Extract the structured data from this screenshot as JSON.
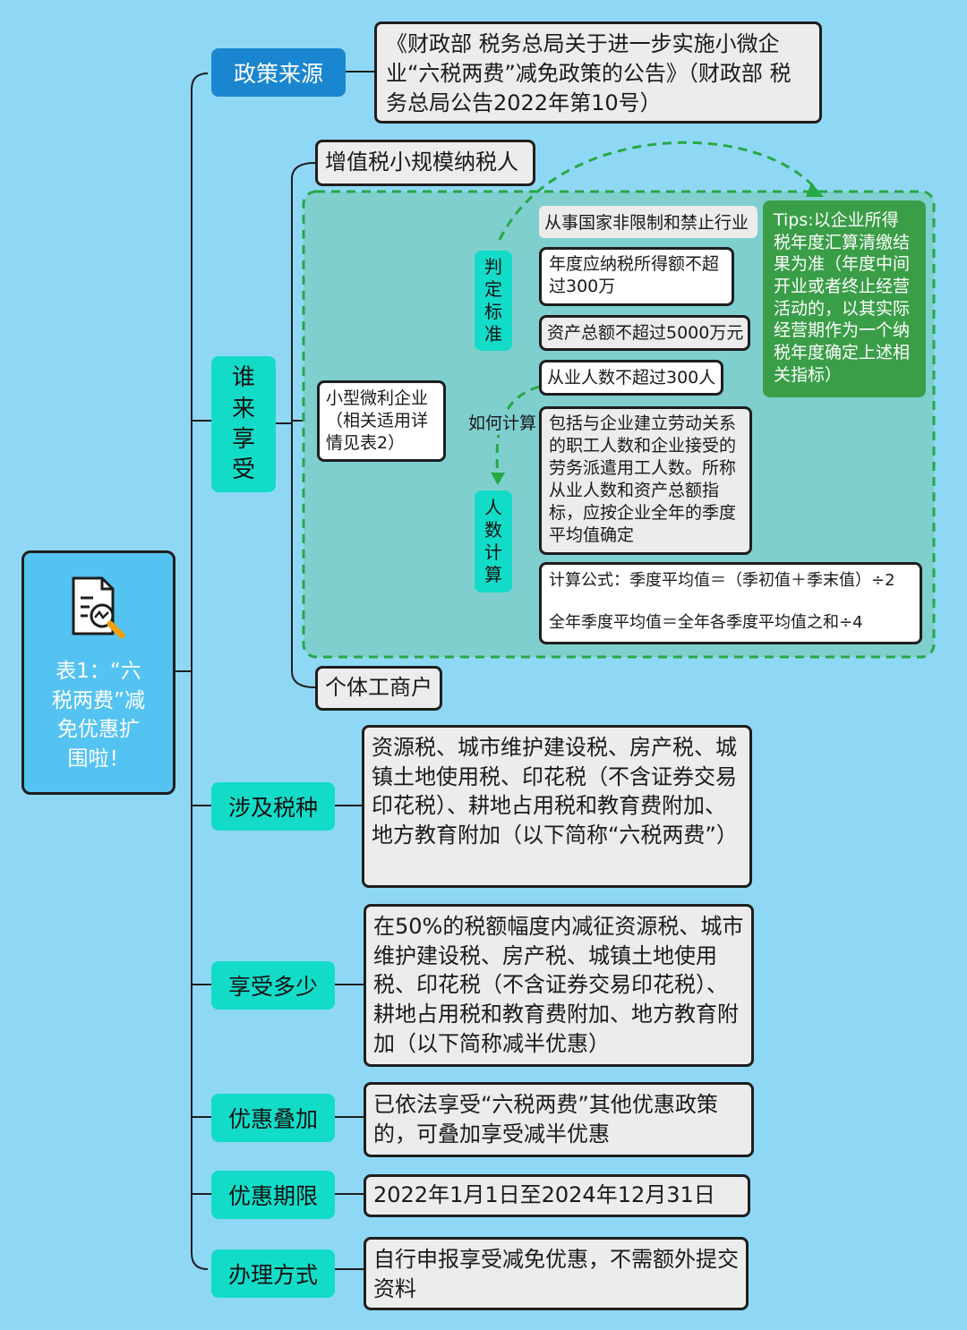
{
  "colors": {
    "background": "#8fd8f5",
    "root_fill": "#55c3f1",
    "source_label_fill": "#1a86cf",
    "category_fill": "#12dcc8",
    "text_box_fill": "#ececec",
    "group_fill": "#7fcfcf",
    "group_border": "#27a844",
    "tips_fill": "#3a9e48",
    "connector": "#1e1e1e"
  },
  "root": {
    "icon": "document-magnifier-icon",
    "title": "表1：“六税两费”减免优惠扩围啦！"
  },
  "policy_source": {
    "label": "政策来源",
    "text": "《财政部 税务总局关于进一步实施小微企业“六税两费”减免政策的公告》（财政部 税务总局公告2022年第10号）"
  },
  "who": {
    "label": "谁来享受",
    "vat_small_scale": "增值税小规模纳税人",
    "small_micro": "小型微利企业（相关适用详情见表2）",
    "how_to_calc": "如何计算",
    "criteria": {
      "label": "判定标准",
      "items": [
        "从事国家非限制和禁止行业",
        "年度应纳税所得额不超过300万",
        "资产总额不超过5000万元",
        "从业人数不超过300人"
      ]
    },
    "headcount": {
      "label": "人数计算",
      "description": "包括与企业建立劳动关系的职工人数和企业接受的劳务派遣用工人数。所称从业人数和资产总额指标，应按企业全年的季度平均值确定",
      "formula_1": "计算公式：季度平均值＝（季初值＋季末值）÷2",
      "formula_2": "全年季度平均值＝全年各季度平均值之和÷4"
    },
    "tips": "Tips:以企业所得税年度汇算清缴结果为准（年度中间开业或者终止经营活动的，以其实际经营期作为一个纳税年度确定上述相关指标）",
    "individual_business": "个体工商户"
  },
  "tax_types": {
    "label": "涉及税种",
    "text": "资源税、城市维护建设税、房产税、城镇土地使用税、印花税（不含证券交易印花税）、耕地占用税和教育费附加、地方教育附加（以下简称“六税两费”）"
  },
  "how_much": {
    "label": "享受多少",
    "text": "在50%的税额幅度内减征资源税、城市维护建设税、房产税、城镇土地使用税、印花税（不含证券交易印花税）、耕地占用税和教育费附加、地方教育附加（以下简称减半优惠）"
  },
  "stacking": {
    "label": "优惠叠加",
    "text": "已依法享受“六税两费”其他优惠政策的，可叠加享受减半优惠"
  },
  "period": {
    "label": "优惠期限",
    "text": "2022年1月1日至2024年12月31日"
  },
  "method": {
    "label": "办理方式",
    "text": "自行申报享受减免优惠，不需额外提交资料"
  }
}
